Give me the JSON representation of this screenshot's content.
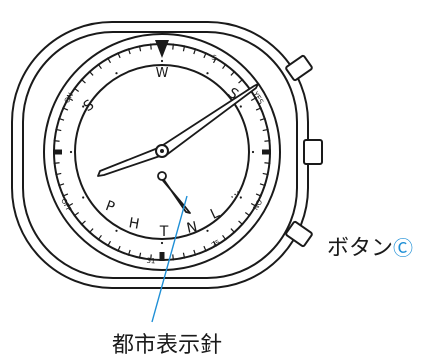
{
  "diagram": {
    "callouts": {
      "button_c": {
        "text": "ボタン",
        "mark": "Ⓒ"
      },
      "city_hand": {
        "text": "都市表示針"
      }
    },
    "dial": {
      "top_letter": "W",
      "ring_letters": [
        "S",
        "S",
        "P",
        "H",
        "T",
        "N",
        "L",
        "..."
      ],
      "ring_small_text": [
        "5",
        "YES",
        "NO",
        "25",
        "31",
        "OFF",
        "ON"
      ]
    },
    "colors": {
      "line": "#1a1a1a",
      "leader": "#1e8fd6",
      "accent": "#1e8fd6"
    }
  }
}
